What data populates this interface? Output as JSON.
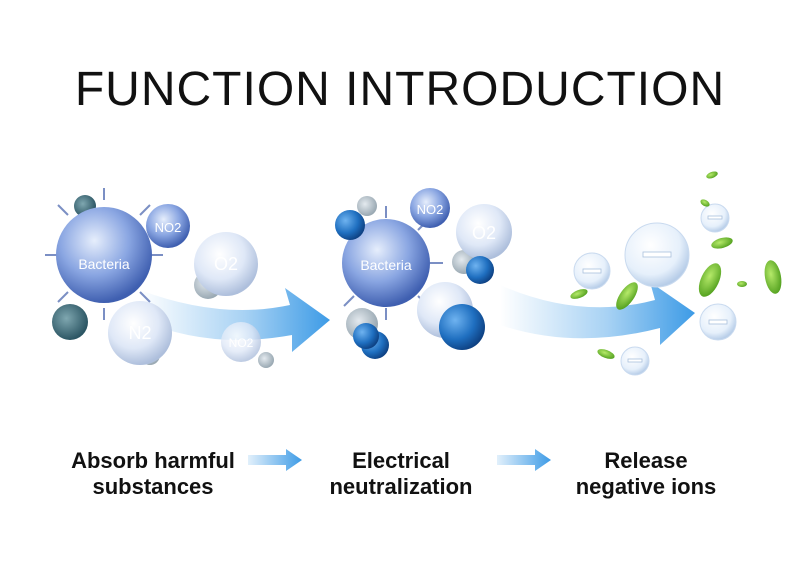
{
  "title": "FUNCTION INTRODUCTION",
  "molecule_labels": {
    "bacteria": "Bacteria",
    "no2": "NO2",
    "o2": "O2",
    "n2": "N2"
  },
  "steps": [
    {
      "label_line1": "Absorb harmful",
      "label_line2": "substances"
    },
    {
      "label_line1": "Electrical",
      "label_line2": "neutralization"
    },
    {
      "label_line1": "Release",
      "label_line2": "negative ions"
    }
  ],
  "colors": {
    "arrow_blue": "#3d9be6",
    "ion_dark_blue": "#1f6fc0",
    "leaf_green": "#6cc02a",
    "bacteria_blue": "#6f8ed6"
  },
  "icons": [
    "bacteria-icon",
    "virus-icon",
    "negative-ion-icon",
    "leaf-icon",
    "arrow-icon"
  ]
}
